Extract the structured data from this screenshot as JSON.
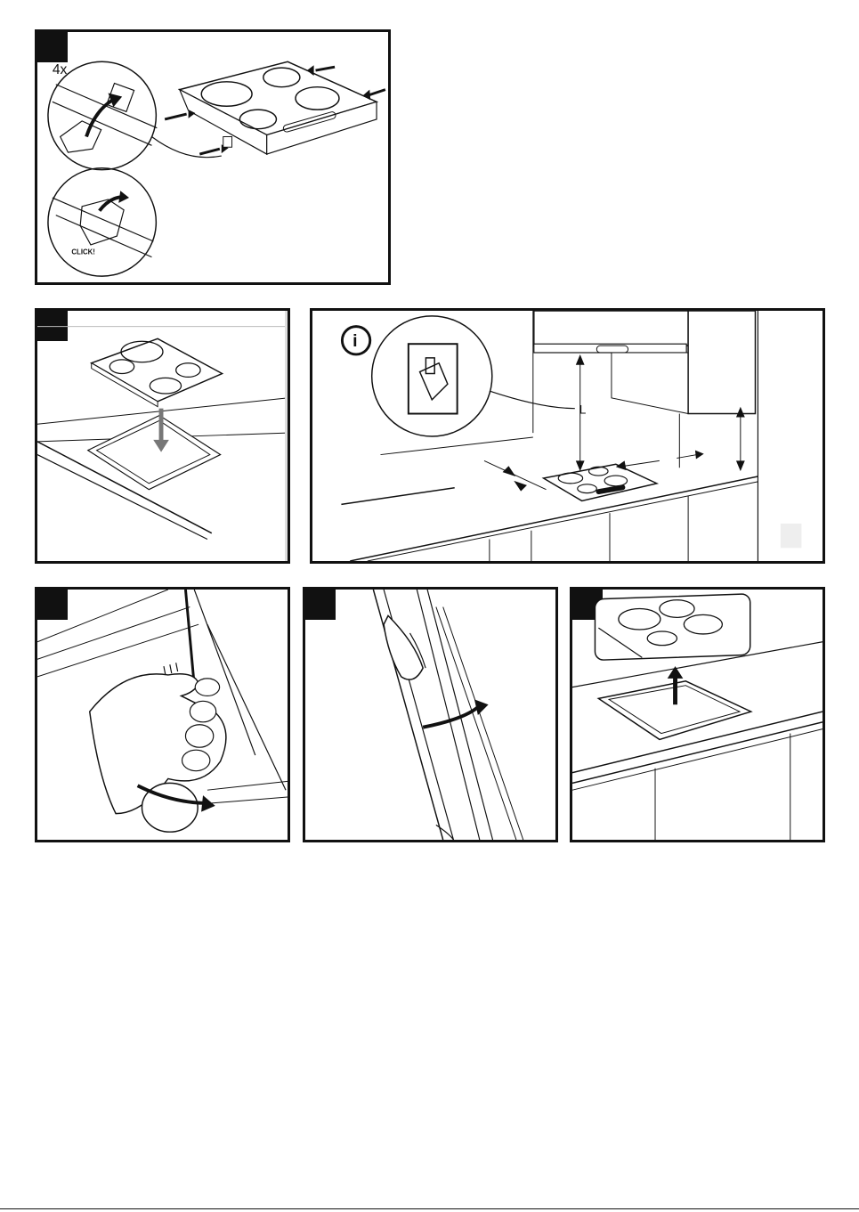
{
  "panels": {
    "p1": {
      "quantity": "4x",
      "click_label": "CLICK!"
    },
    "p3": {
      "info_symbol": "i",
      "dimension_label": "L"
    }
  },
  "colors": {
    "line": "#111111",
    "bg": "#ffffff",
    "arrow_grey": "#777777"
  }
}
